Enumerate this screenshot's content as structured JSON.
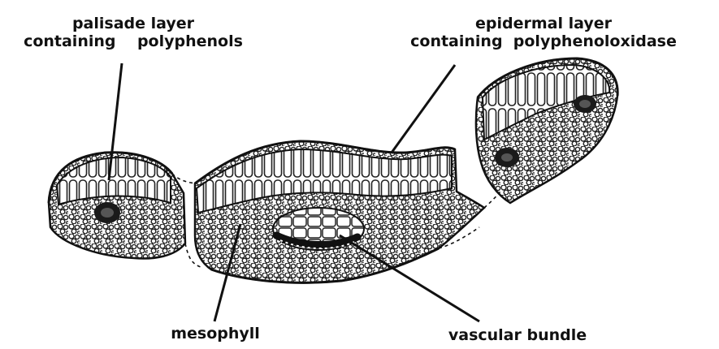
{
  "labels": {
    "palisade": {
      "line1": "palisade layer",
      "line2": "containing    polyphenols"
    },
    "epidermal": {
      "line1": "epidermal layer",
      "line2": "containing  polyphenoloxidase"
    },
    "mesophyll": "mesophyll",
    "vascular": "vascular bundle"
  },
  "colors": {
    "ink": "#111111",
    "background": "#ffffff"
  }
}
